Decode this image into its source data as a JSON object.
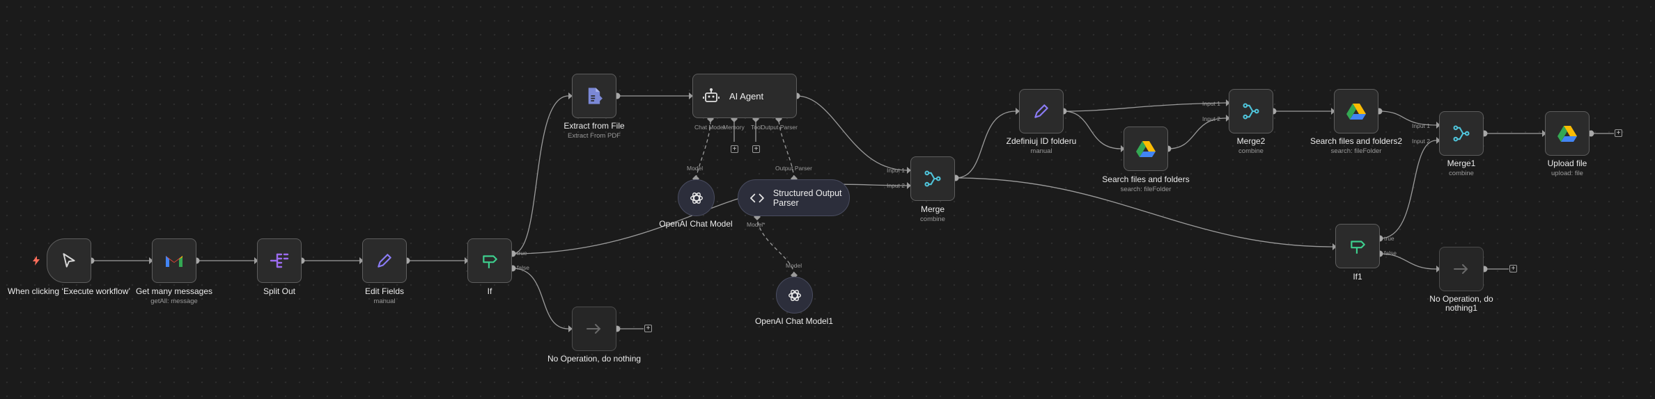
{
  "nodes": {
    "manual_trigger": {
      "title": "When clicking ‘Execute workflow’",
      "subtitle": ""
    },
    "gmail": {
      "title": "Get many messages",
      "subtitle": "getAll: message"
    },
    "split_out": {
      "title": "Split Out",
      "subtitle": ""
    },
    "edit_fields": {
      "title": "Edit Fields",
      "subtitle": "manual"
    },
    "if": {
      "title": "If",
      "subtitle": "",
      "true_label": "true",
      "false_label": "false"
    },
    "extract": {
      "title": "Extract from File",
      "subtitle": "Extract From PDF"
    },
    "ai_agent": {
      "title": "AI Agent",
      "port_chat_model": "Chat Model",
      "port_memory": "Memory",
      "port_tool": "Tool",
      "port_output_parser": "Output Parser"
    },
    "openai_model": {
      "title": "OpenAI Chat Model",
      "port_model": "Model"
    },
    "structured_parser": {
      "title": "Structured Output Parser",
      "port_output_parser": "Output Parser",
      "port_model": "Model*"
    },
    "openai_model1": {
      "title": "OpenAI Chat Model1",
      "port_model": "Model"
    },
    "noop": {
      "title": "No Operation, do nothing"
    },
    "merge": {
      "title": "Merge",
      "subtitle": "combine",
      "input1": "Input 1",
      "input2": "Input 2"
    },
    "set_folder": {
      "title": "Zdefiniuj ID folderu",
      "subtitle": "manual"
    },
    "search_files": {
      "title": "Search files and folders",
      "subtitle": "search: fileFolder"
    },
    "merge2": {
      "title": "Merge2",
      "subtitle": "combine",
      "input1": "Input 1",
      "input2": "Input 2"
    },
    "search_files2": {
      "title": "Search files and folders2",
      "subtitle": "search: fileFolder"
    },
    "merge1": {
      "title": "Merge1",
      "subtitle": "combine",
      "input1": "Input 1",
      "input2": "Input 2"
    },
    "upload": {
      "title": "Upload file",
      "subtitle": "upload: file"
    },
    "if1": {
      "title": "If1",
      "true_label": "true",
      "false_label": "false"
    },
    "noop1": {
      "title": "No Operation, do nothing1"
    }
  },
  "colors": {
    "canvas": "#1b1b1b",
    "node_bg": "#2b2b2b",
    "node_border": "#5e5e5e",
    "edge": "#9c9c9c",
    "ai_node_bg": "#2c2e3b",
    "gmail_red": "#ea4335",
    "if_green": "#3ecf8e",
    "merge_teal": "#4fc3d9",
    "edit_purple": "#8b7cf6",
    "split_purple": "#9c6cf0",
    "extract_blue": "#7b88d6",
    "trigger_orange": "#ff6d5a"
  },
  "icons": {
    "manual_trigger": "cursor-pointer-icon",
    "gmail": "gmail-icon",
    "split_out": "split-icon",
    "edit_fields": "pencil-icon",
    "if": "signpost-icon",
    "extract": "file-extract-icon",
    "ai_agent": "robot-icon",
    "openai": "openai-icon",
    "structured_parser": "code-brackets-icon",
    "noop": "arrow-right-icon",
    "merge": "merge-icon",
    "google_drive": "google-drive-icon"
  }
}
